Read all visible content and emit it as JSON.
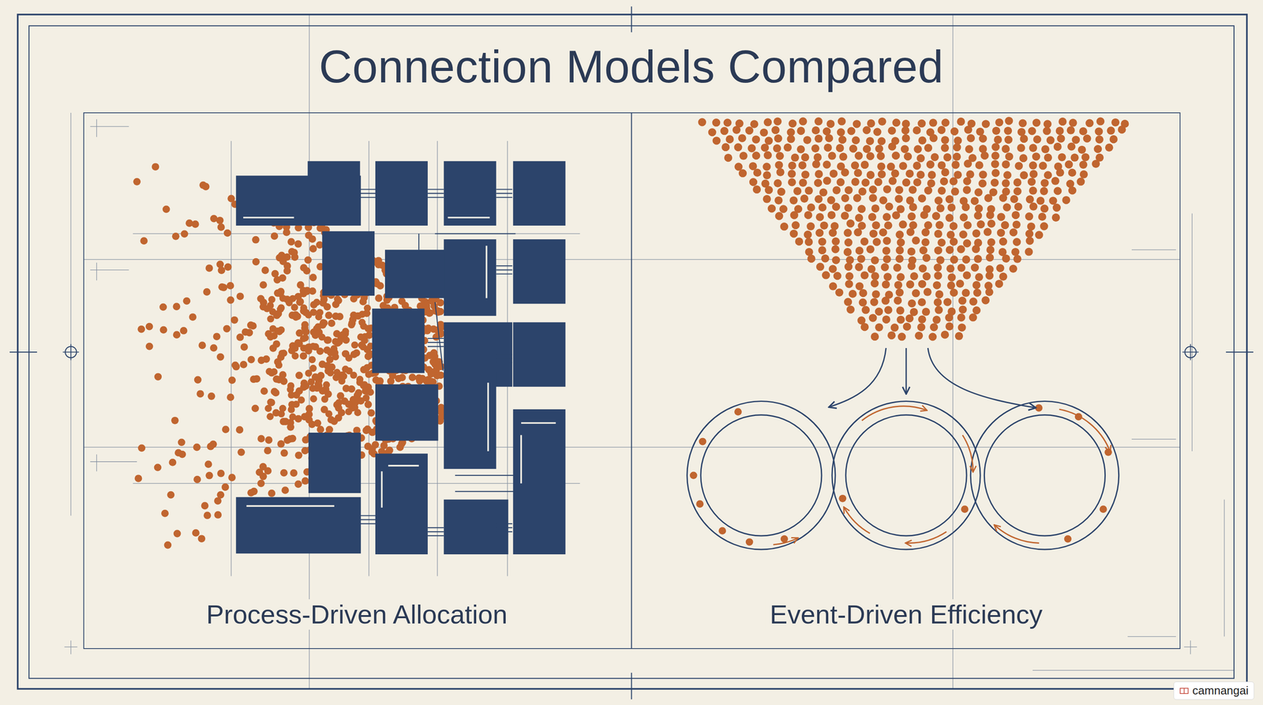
{
  "diagram": {
    "title": "Connection Models Compared",
    "labels": [
      "Process-Driven Allocation",
      "Event-Driven Efficiency",
      "camnangai"
    ]
  }
}
